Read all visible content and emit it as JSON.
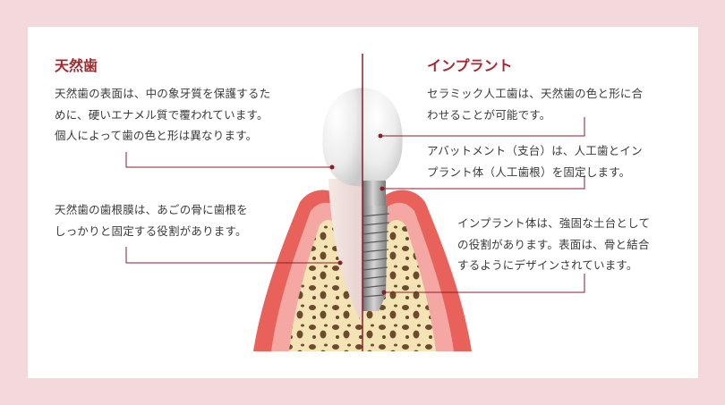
{
  "natural": {
    "title": "天然歯",
    "crown_text": [
      "天然歯の表面は、中の象牙質を保護するた",
      "めに、硬いエナメル質で覆われています。",
      "個人によって歯の色と形は異なります。"
    ],
    "root_text": [
      "天然歯の歯根膜は、あごの骨に歯根を",
      "しっかりと固定する役割があります。"
    ]
  },
  "implant": {
    "title": "インプラント",
    "crown_text": [
      "セラミック人工歯は、天然歯の色と形に合",
      "わせることが可能です。"
    ],
    "abutment_text": [
      "アバットメント（支台）は、人工歯とイン",
      "プラント体（人工歯根）を固定します。"
    ],
    "fixture_text": [
      "インプラント体は、強固な土台として",
      "の役割があります。表面は、骨と結合",
      "するようにデザインされています。"
    ]
  },
  "colors": {
    "background": "#f3d9dc",
    "accent": "#a3292f",
    "gum": "#e8615a",
    "bone": "#f3e3b5",
    "bone_pores": "#6b4a2e"
  }
}
